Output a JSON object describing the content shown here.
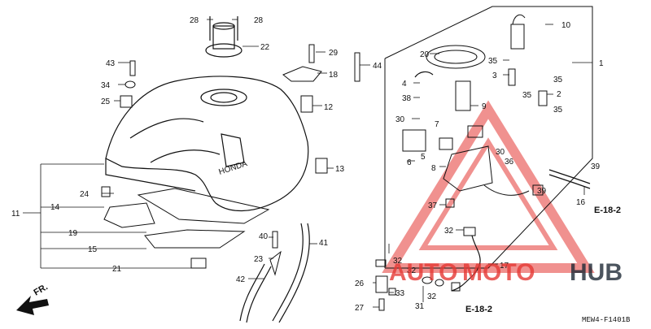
{
  "diagram": {
    "callouts": [
      "1",
      "2",
      "3",
      "4",
      "5",
      "6",
      "7",
      "8",
      "9",
      "10",
      "11",
      "12",
      "13",
      "14",
      "15",
      "16",
      "17",
      "18",
      "19",
      "20",
      "21",
      "22",
      "23",
      "24",
      "25",
      "26",
      "27",
      "28",
      "28",
      "29",
      "30",
      "30",
      "31",
      "32",
      "32",
      "32",
      "32",
      "33",
      "34",
      "35",
      "35",
      "35",
      "35",
      "36",
      "37",
      "38",
      "39",
      "39",
      "40",
      "41",
      "42",
      "43",
      "44"
    ],
    "references": [
      "E-18-2",
      "E-18-2"
    ],
    "direction_label": "FR.",
    "tank_brand": "HONDA",
    "diagram_code": "MEW4-F1401B",
    "watermark": {
      "part1": "AUTO",
      "part2": "MOTO",
      "part3": "HUB"
    },
    "colors": {
      "line": "#111111",
      "watermark_red": "#e53935",
      "watermark_dark": "#1f2a36"
    }
  }
}
